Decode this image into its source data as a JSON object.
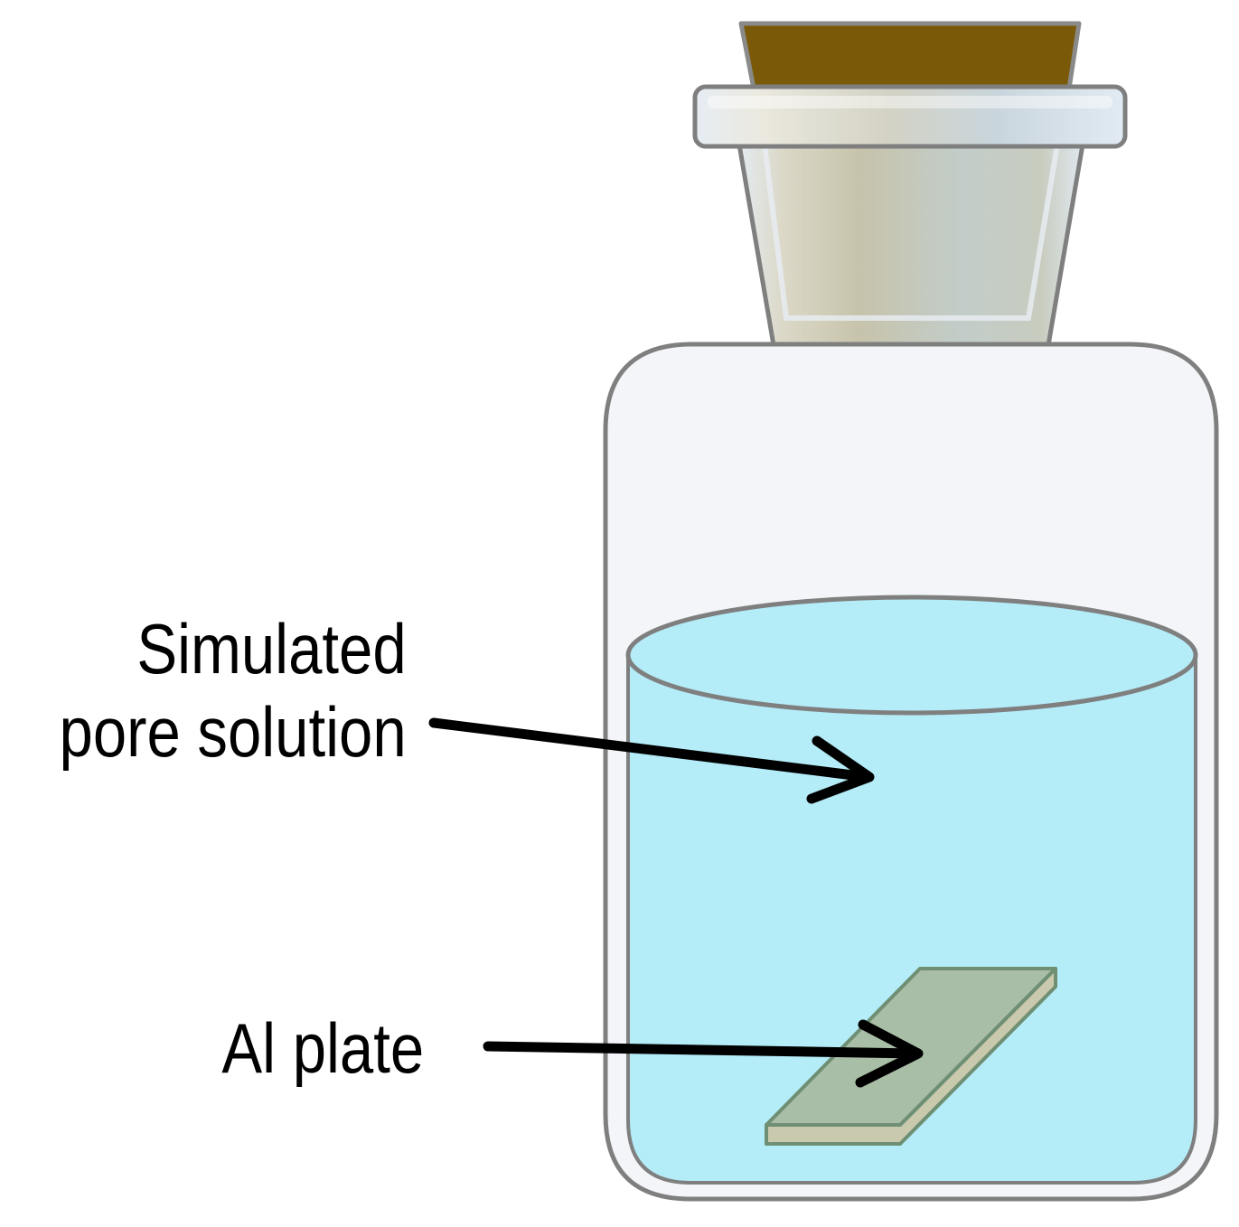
{
  "labels": {
    "solution_line1": "Simulated",
    "solution_line2": "pore solution",
    "plate": "Al plate"
  },
  "colors": {
    "cork": "#7a5a08",
    "glass_outline": "#7f7f7f",
    "glass_fill": "#f3f5f8",
    "stopper_fill": "#c8ccc0",
    "solution": "#b4ecf7",
    "plate_top": "#a9bea6",
    "plate_side": "#c9c9ad",
    "plate_edge": "#6f8f74",
    "arrow": "#000000"
  }
}
